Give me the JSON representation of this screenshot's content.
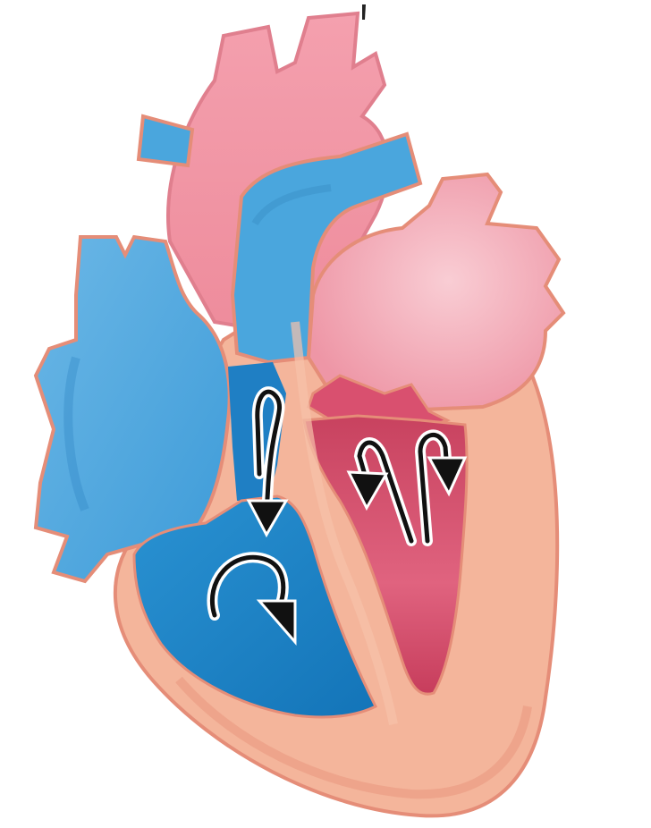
{
  "diagram": {
    "colors": {
      "background": "#ffffff",
      "muscle": "#f3b59a",
      "muscle_shadow": "#e99a80",
      "outline": "#e58d78",
      "oxygenated": "#f39cab",
      "oxygenated_light": "#f7c3cc",
      "deoxygenated": "#4aa6dd",
      "deoxygenated_dark": "#1f7fc4",
      "right_ventricle": "#1a86c9",
      "left_ventricle": "#d9506f",
      "arrow": "#111111",
      "arrow_halo": "#ffffff"
    },
    "arrows": [
      {
        "name": "right-atrium-to-ventricle-arrow",
        "icon": "curved-down-arrow-icon"
      },
      {
        "name": "right-ventricle-flow-arrow",
        "icon": "curved-right-arrow-icon"
      },
      {
        "name": "left-ventricle-inflow-arrow",
        "icon": "curved-down-arrow-icon"
      },
      {
        "name": "left-ventricle-outflow-arrow",
        "icon": "curved-down-arrow-icon"
      }
    ]
  }
}
